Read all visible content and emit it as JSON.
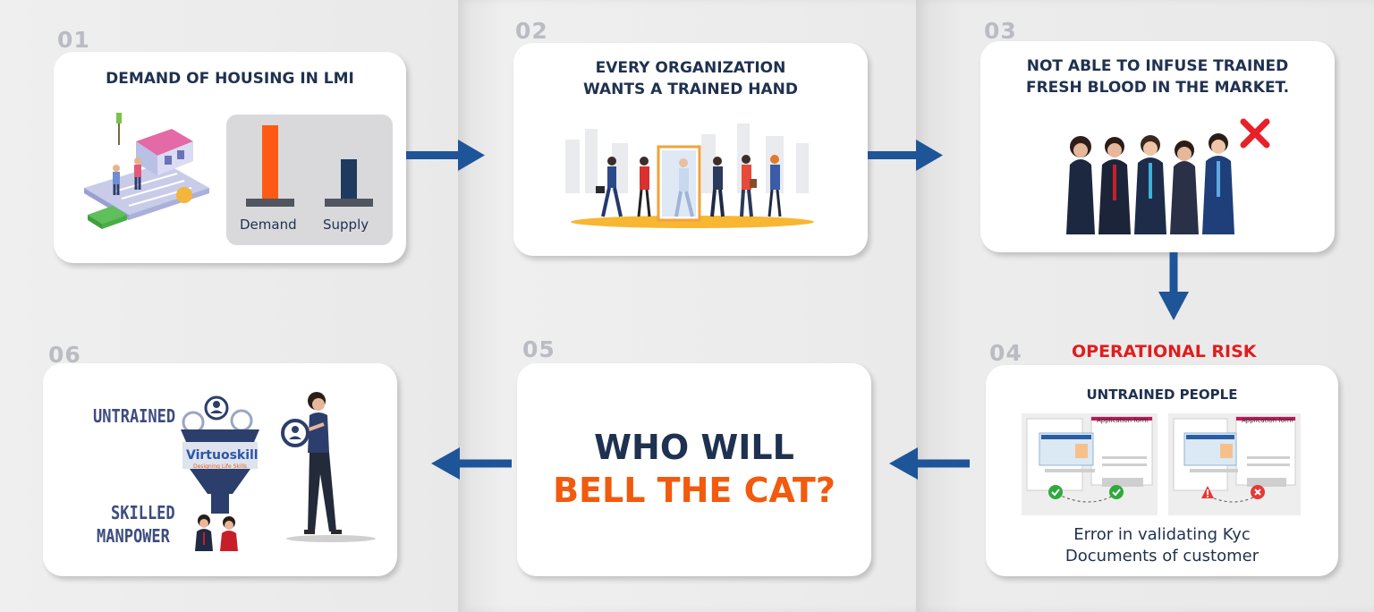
{
  "colors": {
    "arrow": "#1e5498",
    "dark_text": "#1f3150",
    "accent_orange": "#f25a0e",
    "risk_red": "#e01d1d",
    "step_number": "#b9bcc2"
  },
  "steps": [
    {
      "number": "01",
      "title": "DEMAND OF HOUSING IN LMI",
      "chart": {
        "categories": [
          "Demand",
          "Supply"
        ],
        "bar_colors": [
          "#ff5a14",
          "#1f3a5f"
        ]
      }
    },
    {
      "number": "02",
      "title_line1": "EVERY ORGANIZATION",
      "title_line2": "WANTS A TRAINED HAND"
    },
    {
      "number": "03",
      "title_line1": "NOT ABLE TO INFUSE TRAINED",
      "title_line2": "FRESH BLOOD IN THE MARKET."
    },
    {
      "number": "04",
      "risk_label": "OPERATIONAL RISK",
      "subtitle": "UNTRAINED PEOPLE",
      "doc_label_left": "Application form",
      "doc_label_right": "Application form",
      "caption_line1": "Error in validating Kyc",
      "caption_line2": "Documents of customer"
    },
    {
      "number": "05",
      "line1": "WHO WILL",
      "line2": "BELL THE CAT?"
    },
    {
      "number": "06",
      "label_top": "UNTRAINED",
      "brand_name": "Virtuoskill",
      "brand_tagline": "Designing Life Skills",
      "label_bottom_line1": "SKILLED",
      "label_bottom_line2": "MANPOWER"
    }
  ],
  "icons": {
    "arrows": [
      "arrow-right-icon",
      "arrow-right-icon",
      "arrow-down-icon",
      "arrow-left-icon",
      "arrow-left-icon"
    ],
    "reject": "red-cross-icon",
    "check": "green-check-icon",
    "warning": "warning-icon",
    "error": "error-x-icon"
  }
}
